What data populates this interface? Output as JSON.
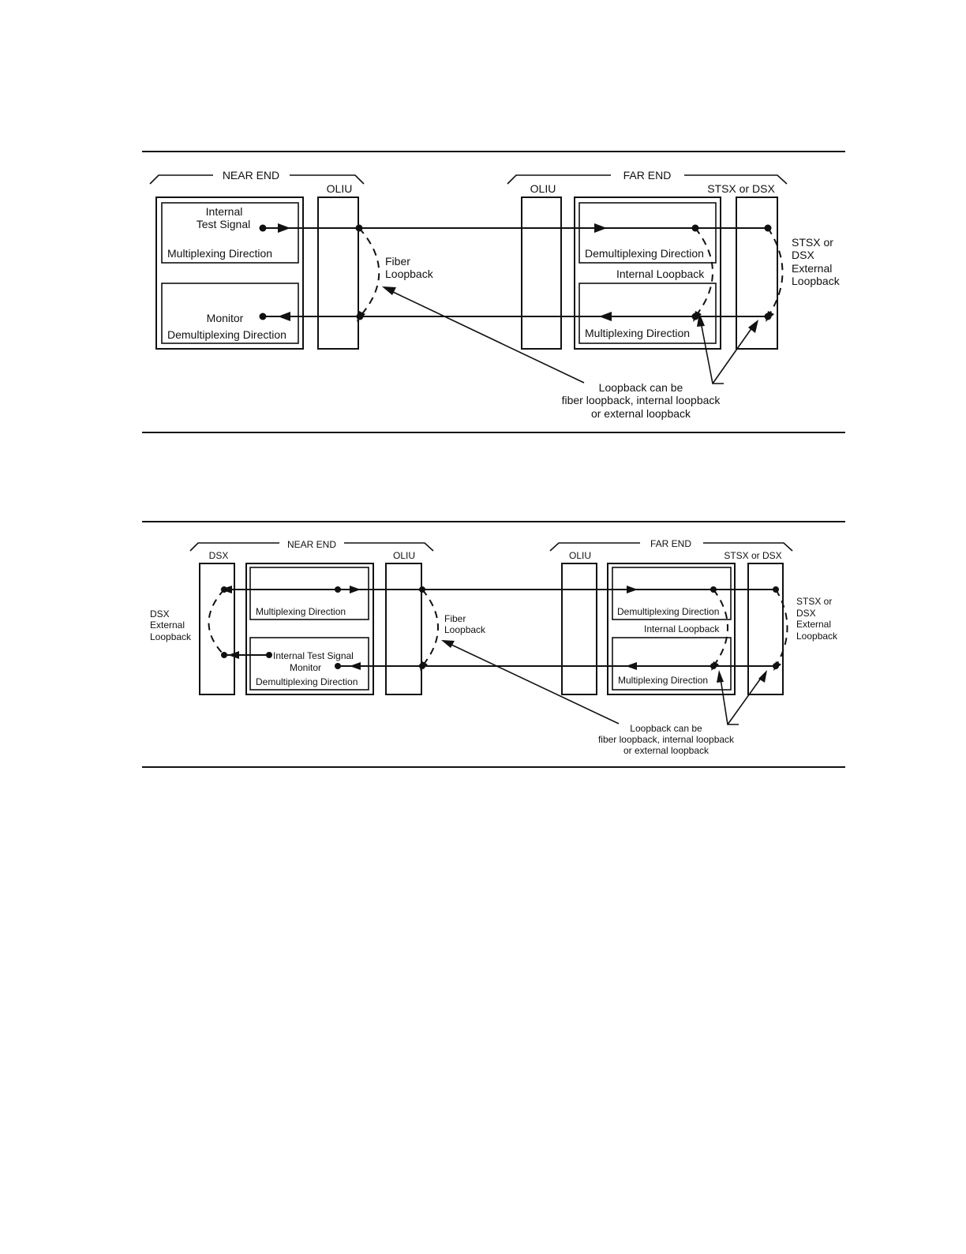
{
  "figure1": {
    "near_end": "NEAR END",
    "far_end": "FAR END",
    "oliu_near": "OLIU",
    "oliu_far": "OLIU",
    "stsx_or_dsx": "STSX or DSX",
    "internal_test_signal_1": "Internal",
    "internal_test_signal_2": "Test Signal",
    "multiplexing_direction_near": "Multiplexing Direction",
    "monitor": "Monitor",
    "demultiplexing_direction_near": "Demultiplexing Direction",
    "fiber_loopback_1": "Fiber",
    "fiber_loopback_2": "Loopback",
    "demultiplexing_direction_far": "Demultiplexing Direction",
    "internal_loopback": "Internal Loopback",
    "multiplexing_direction_far": "Multiplexing Direction",
    "external_1": "STSX or",
    "external_2": "DSX",
    "external_3": "External",
    "external_4": "Loopback",
    "note_1": "Loopback can be",
    "note_2": "fiber loopback, internal loopback",
    "note_3": "or external loopback"
  },
  "figure2": {
    "near_end": "NEAR END",
    "far_end": "FAR END",
    "dsx": "DSX",
    "oliu_near": "OLIU",
    "oliu_far": "OLIU",
    "stsx_or_dsx": "STSX or DSX",
    "dsx_loop_1": "DSX",
    "dsx_loop_2": "External",
    "dsx_loop_3": "Loopback",
    "multiplexing_direction_near": "Multiplexing Direction",
    "internal_test_signal": "Internal Test Signal",
    "monitor": "Monitor",
    "demultiplexing_direction_near": "Demultiplexing Direction",
    "fiber_loopback_1": "Fiber",
    "fiber_loopback_2": "Loopback",
    "demultiplexing_direction_far": "Demultiplexing Direction",
    "internal_loopback": "Internal Loopback",
    "multiplexing_direction_far": "Multiplexing Direction",
    "external_1": "STSX or",
    "external_2": "DSX",
    "external_3": "External",
    "external_4": "Loopback",
    "note_1": "Loopback can be",
    "note_2": "fiber loopback, internal loopback",
    "note_3": "or external loopback"
  }
}
